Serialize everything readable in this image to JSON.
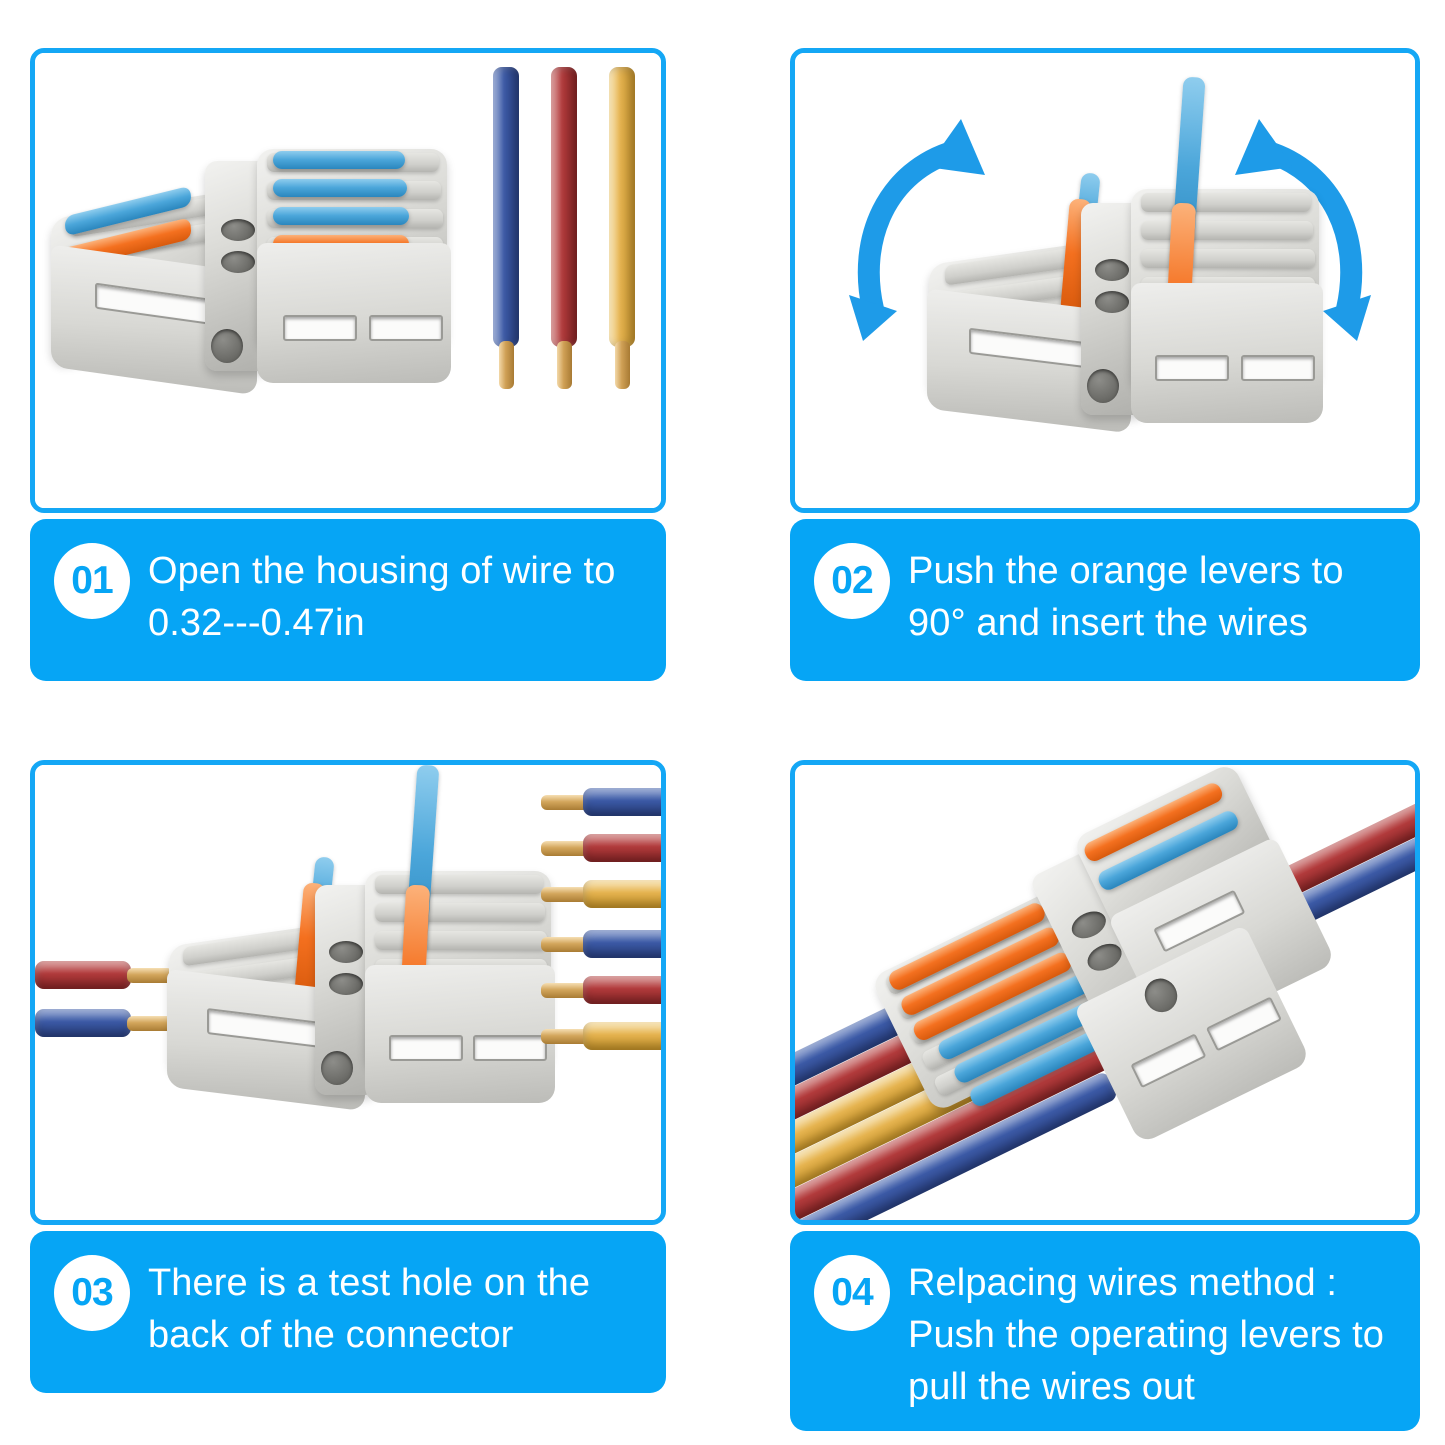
{
  "page": {
    "background_color": "#ffffff",
    "accent_blue": "#06A5F5",
    "border_blue": "#14A7F5",
    "product": "lever wire splitter connector"
  },
  "steps": [
    {
      "number": "01",
      "text": "Open the housing of wire to 0.32---0.47in",
      "scene": "connector-with-three-loose-wires",
      "wire_colors": [
        "#3c5aa6",
        "#b23b3c",
        "#e6b450"
      ]
    },
    {
      "number": "02",
      "text": "Push the orange levers to 90° and insert the wires",
      "scene": "connector-levers-raised-with-rotation-arrows",
      "arrows": [
        "rotate-left-arrow",
        "rotate-right-arrow"
      ],
      "arrow_color": "#1E9BE8"
    },
    {
      "number": "03",
      "text": "There is a test hole on the back of the connector",
      "scene": "connector-with-two-input-wires-and-six-output-wires",
      "input_wire_colors": [
        "#b23b3c",
        "#3c5aa6"
      ],
      "output_wire_colors": [
        "#3c5aa6",
        "#b23b3c",
        "#e6b450",
        "#3c5aa6",
        "#b23b3c",
        "#e6b450"
      ]
    },
    {
      "number": "04",
      "text": "Relpacing wires method : Push the operating levers to pull the wires out",
      "scene": "connector-assembled-diagonal-with-wires-connected",
      "wire_colors": [
        "#3c5aa6",
        "#b23b3c",
        "#e6b450",
        "#e6b450",
        "#b23b3c",
        "#3c5aa6"
      ]
    }
  ]
}
